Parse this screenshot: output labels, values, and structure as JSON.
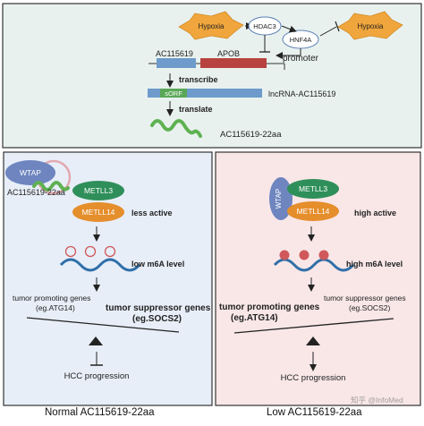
{
  "top": {
    "hypoxia_left": "Hypoxia",
    "hypoxia_right": "Hypoxia",
    "hdac3": "HDAC3",
    "hnf4a": "HNF4A",
    "gene_left": "AC115619",
    "gene_right": "APOB",
    "promoter": "promoter",
    "transcribe": "transcribe",
    "sorf": "sORF",
    "lncrna": "lncRNA-AC115619",
    "translate": "translate",
    "peptide": "AC115619-22aa"
  },
  "left_panel": {
    "wtap": "WTAP",
    "peptide": "AC115619-22aa",
    "metll3": "METLL3",
    "metll14": "METLL14",
    "activity": "less active",
    "m6a": "low m6A level",
    "promoting_line1": "tumor promoting genes",
    "promoting_line2": "(eg.ATG14)",
    "suppressor_line1": "tumor suppressor genes",
    "suppressor_line2": "(eg.SOCS2)",
    "outcome": "HCC progression",
    "caption": "Normal AC115619-22aa"
  },
  "right_panel": {
    "wtap": "WTAP",
    "metll3": "METLL3",
    "metll14": "METLL14",
    "activity": "high active",
    "m6a": "high m6A level",
    "promoting_line1": "tumor promoting genes",
    "promoting_line2": "(eg.ATG14)",
    "suppressor_line1": "tumor suppressor genes",
    "suppressor_line2": "(eg.SOCS2)",
    "outcome": "HCC progression",
    "caption": "Low AC115619-22aa"
  },
  "watermark": "知乎 @InfoMed",
  "colors": {
    "top_bg": "#e8f1ee",
    "left_bg": "#e7eef8",
    "right_bg": "#f9e7e8",
    "hypoxia": "#f0a63c",
    "gene_blue": "#6e9bcc",
    "gene_red": "#b8423f",
    "sorf_green": "#5aa857",
    "peptide_green": "#5eb151",
    "wtap_blue": "#6e85bf",
    "metll3_green": "#2f8f5a",
    "metll14_orange": "#e58e2c",
    "rna_blue": "#2f6fa8",
    "m6a_red": "#d0585a"
  }
}
